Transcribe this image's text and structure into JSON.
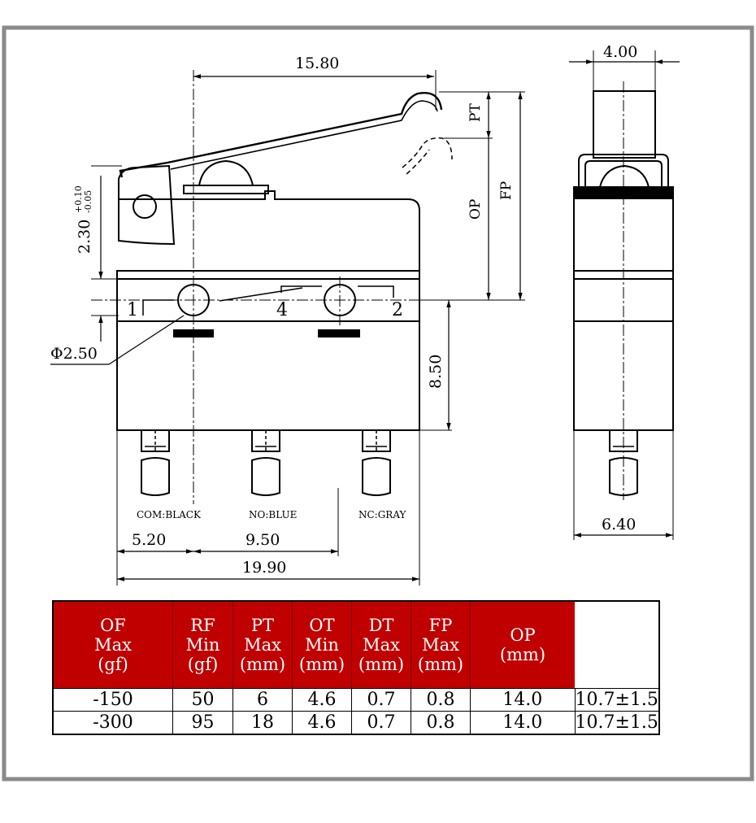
{
  "colors": {
    "frame": "#8a8a8a",
    "header_bg": "#c00000",
    "header_text": "#ffffff",
    "line": "#000000"
  },
  "dimensions": {
    "overall_lever": "15.80",
    "pt": "PT",
    "fp": "FP",
    "op": "OP",
    "lever_height": "2.30",
    "lever_height_tol_upper": "+0.10",
    "lever_height_tol_lower": "-0.05",
    "hole_dia": "Φ2.50",
    "height_850": "8.50",
    "left_520": "5.20",
    "mid_950": "9.50",
    "total_1990": "19.90",
    "side_width": "4.00",
    "side_depth": "6.40"
  },
  "terminals": {
    "t1": "1",
    "t4": "4",
    "t2": "2",
    "com": "COM:BLACK",
    "no": "NO:BLUE",
    "nc": "NC:GRAY"
  },
  "table": {
    "headers": [
      [
        "OF",
        "Max",
        "(gf)"
      ],
      [
        "RF",
        "Min",
        "(gf)"
      ],
      [
        "PT",
        "Max",
        "(mm)"
      ],
      [
        "OT",
        "Min",
        "(mm)"
      ],
      [
        "DT",
        "Max",
        "(mm)"
      ],
      [
        "FP",
        "Max",
        "(mm)"
      ],
      [
        "OP",
        "(mm)"
      ]
    ],
    "rows": [
      [
        "-150",
        "50",
        "6",
        "4.6",
        "0.7",
        "0.8",
        "14.0",
        "10.7±1.5"
      ],
      [
        "-300",
        "95",
        "18",
        "4.6",
        "0.7",
        "0.8",
        "14.0",
        "10.7±1.5"
      ]
    ]
  }
}
